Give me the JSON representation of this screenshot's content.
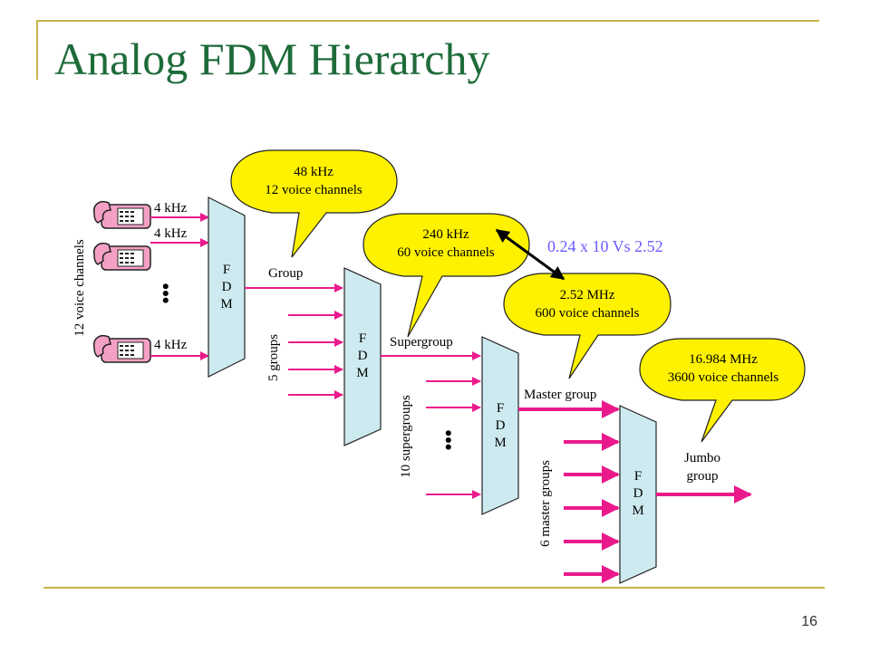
{
  "slide": {
    "title": "Analog FDM Hierarchy",
    "page_number": "16"
  },
  "diagram": {
    "mux_label": [
      "F",
      "D",
      "M"
    ],
    "ellipsis": "•••",
    "inputs": {
      "rotated_label": "12 voice channels",
      "line_labels": [
        "4 kHz",
        "4 kHz",
        "4 kHz"
      ]
    },
    "outputs": {
      "group": "Group",
      "supergroup": "Supergroup",
      "master_group": "Master group",
      "jumbo": [
        "Jumbo",
        "group"
      ]
    },
    "rotated_labels": {
      "five_groups": "5 groups",
      "ten_supergroups": "10 supergroups",
      "six_master_groups": "6 master groups"
    },
    "callouts": {
      "group": [
        "48 kHz",
        "12 voice channels"
      ],
      "supergroup": [
        "240 kHz",
        "60 voice channels"
      ],
      "master": [
        "2.52 MHz",
        "600 voice channels"
      ],
      "jumbo": [
        "16.984 MHz",
        "3600 voice channels"
      ]
    },
    "annotation": "0.24 x 10 Vs 2.52",
    "colors": {
      "mux_fill": "#cdeaf0",
      "arrow": "#ea1a8c",
      "callout_fill": "#fff200",
      "annotation": "#6a5cff"
    }
  }
}
